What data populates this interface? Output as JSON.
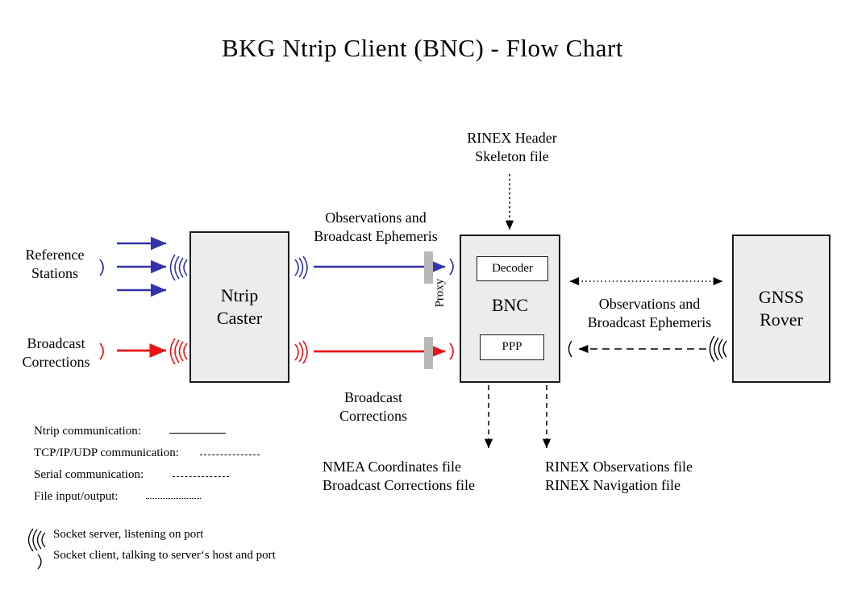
{
  "title": "BKG Ntrip Client (BNC)  -  Flow Chart",
  "colors": {
    "ntrip_blue": "#3333aa",
    "correction_red": "#e81416",
    "box_fill": "#ececec",
    "box_border": "#1a1a1a",
    "proxy_bar": "#b8b8b8",
    "background": "#ffffff"
  },
  "nodes": {
    "caster": {
      "label": "Ntrip\nCaster",
      "line1": "Ntrip",
      "line2": "Caster"
    },
    "bnc": {
      "label": "BNC",
      "decoder": "Decoder",
      "ppp": "PPP"
    },
    "rover": {
      "line1": "GNSS",
      "line2": "Rover"
    }
  },
  "labels": {
    "reference_stations": "Reference\nStations",
    "reference_stations_l1": "Reference",
    "reference_stations_l2": "Stations",
    "broadcast_corrections_left_l1": "Broadcast",
    "broadcast_corrections_left_l2": "Corrections",
    "observations_mid_l1": "Observations and",
    "observations_mid_l2": "Broadcast Ephemeris",
    "broadcast_corrections_mid_l1": "Broadcast",
    "broadcast_corrections_mid_l2": "Corrections",
    "rinex_header_l1": "RINEX Header",
    "rinex_header_l2": "Skeleton file",
    "observations_right_l1": "Observations and",
    "observations_right_l2": "Broadcast Ephemeris",
    "output_left_l1": "NMEA Coordinates file",
    "output_left_l2": "Broadcast Corrections file",
    "output_right_l1": "RINEX Observations file",
    "output_right_l2": "RINEX Navigation file",
    "proxy": "Proxy"
  },
  "legend": {
    "lines": [
      {
        "text": "Ntrip communication:",
        "style": "solid"
      },
      {
        "text": "TCP/IP/UDP communication:",
        "style": "dashed"
      },
      {
        "text": "Serial communication:",
        "style": "dash-dot"
      },
      {
        "text": "File input/output:",
        "style": "dotted"
      }
    ],
    "sockets": [
      {
        "icon": "socket-server-icon",
        "text": "Socket server, listening on port"
      },
      {
        "icon": "socket-client-icon",
        "text": "Socket client, talking to server‘s host and port"
      }
    ]
  }
}
